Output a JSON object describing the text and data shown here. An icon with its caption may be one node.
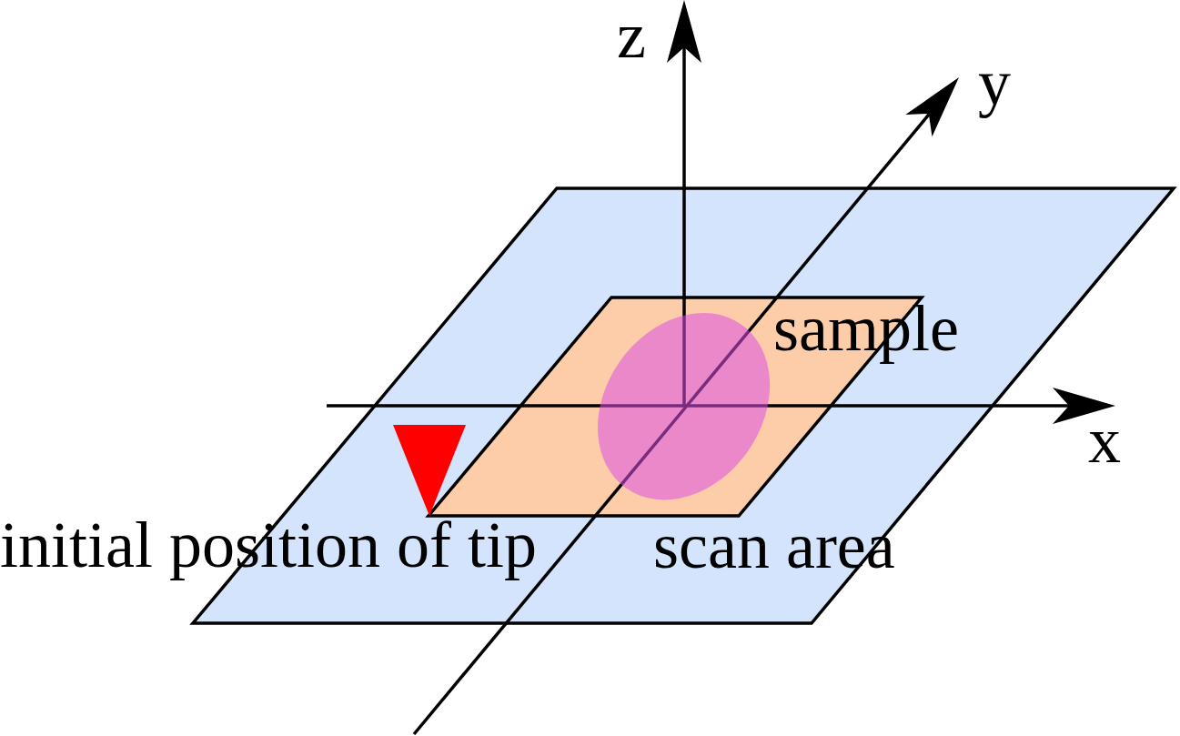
{
  "diagram": {
    "nodes": [
      {
        "text": [],
        "shape": "parallelogram"
      },
      {
        "text": [
          "scan area"
        ],
        "in": 0
      },
      {
        "text": [
          "sample"
        ],
        "in": 1
      },
      {
        "text": [
          "initial position of tip"
        ],
        "in": 0
      }
    ],
    "labels": [
      "z",
      "y",
      "x"
    ]
  }
}
